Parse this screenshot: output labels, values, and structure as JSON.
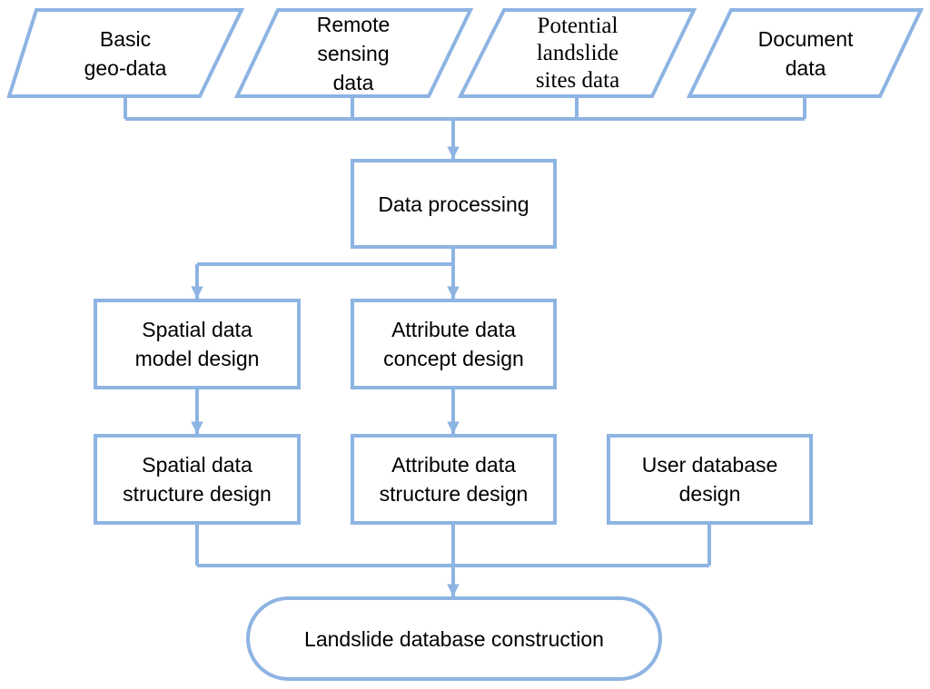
{
  "colors": {
    "stroke": "#8db4e2",
    "background": "#ffffff",
    "text": "#000000"
  },
  "inputs": [
    {
      "id": "basic",
      "label": "Basic\ngeo-data"
    },
    {
      "id": "remote",
      "label": "Remote\nsensing\ndata"
    },
    {
      "id": "potential",
      "label": "Potential\nlandslide\nsites data"
    },
    {
      "id": "document",
      "label": "Document\ndata"
    }
  ],
  "processing": {
    "label": "Data processing"
  },
  "design": {
    "spatial_model": "Spatial data\nmodel design",
    "attribute_concept": "Attribute data\nconcept design",
    "spatial_structure": "Spatial data\nstructure design",
    "attribute_structure": "Attribute data\nstructure design",
    "user_database": "User database\ndesign"
  },
  "output": {
    "label": "Landslide database construction"
  }
}
